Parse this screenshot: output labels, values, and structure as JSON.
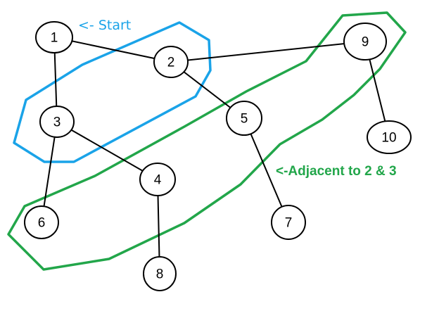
{
  "colors": {
    "start_group": "#1aa3e8",
    "adjacent_group": "#22a64a",
    "node_stroke": "#000000",
    "edge": "#000000"
  },
  "annotations": {
    "start_label": "<- Start",
    "adjacent_label": "<-Adjacent to 2 & 3"
  },
  "nodes": [
    {
      "id": "1",
      "label": "1"
    },
    {
      "id": "2",
      "label": "2"
    },
    {
      "id": "3",
      "label": "3"
    },
    {
      "id": "4",
      "label": "4"
    },
    {
      "id": "5",
      "label": "5"
    },
    {
      "id": "6",
      "label": "6"
    },
    {
      "id": "7",
      "label": "7"
    },
    {
      "id": "8",
      "label": "8"
    },
    {
      "id": "9",
      "label": "9"
    },
    {
      "id": "10",
      "label": "10"
    }
  ],
  "edges": [
    [
      "1",
      "2"
    ],
    [
      "1",
      "3"
    ],
    [
      "2",
      "9"
    ],
    [
      "2",
      "5"
    ],
    [
      "3",
      "4"
    ],
    [
      "3",
      "6"
    ],
    [
      "4",
      "8"
    ],
    [
      "5",
      "7"
    ],
    [
      "9",
      "10"
    ]
  ],
  "groups": [
    {
      "name": "start",
      "members": [
        "2",
        "3"
      ],
      "color_key": "start_group"
    },
    {
      "name": "adjacent",
      "members": [
        "9",
        "5",
        "4",
        "6"
      ],
      "color_key": "adjacent_group"
    }
  ]
}
